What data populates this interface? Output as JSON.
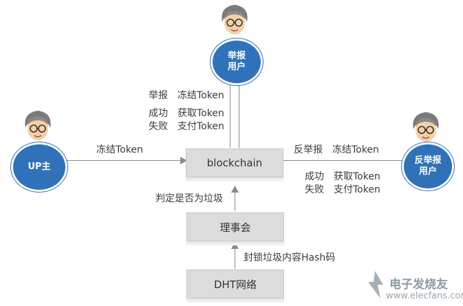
{
  "users": {
    "reporter": {
      "label_line1": "举报",
      "label_line2": "用户"
    },
    "uploader": {
      "label": "UP主"
    },
    "counter": {
      "label_line1": "反举报",
      "label_line2": "用户"
    }
  },
  "nodes": {
    "blockchain": "blockchain",
    "council": "理事会",
    "dht": "DHT网络"
  },
  "labels": {
    "report_freeze": "举报　冻结Token",
    "report_success": "成功　获取Token",
    "report_fail": "失败　支付Token",
    "up_freeze": "冻结Token",
    "counter_freeze": "反举报　冻结Token",
    "counter_success": "成功　获取Token",
    "counter_fail": "失败　支付Token",
    "judge": "判定是否为垃圾",
    "block": "封锁垃圾内容Hash码"
  },
  "watermark": {
    "brand": "电子发烧友",
    "url": "www.elecfans.com"
  },
  "colors": {
    "badge": "#2f72b9",
    "box": "#dcdcdc",
    "line": "#8a8a8a"
  }
}
